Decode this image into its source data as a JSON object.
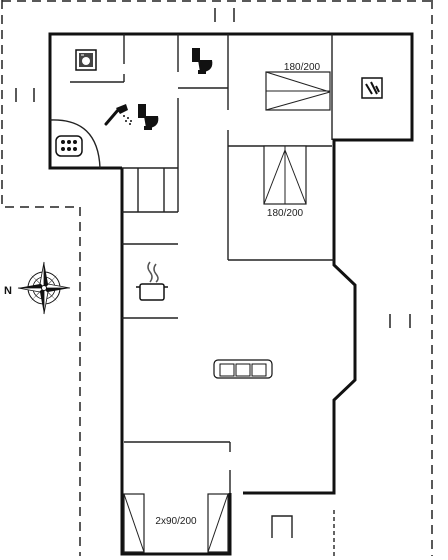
{
  "plan": {
    "compass": {
      "north_label": "N"
    },
    "beds": {
      "master": "180/200",
      "second": "180/200",
      "bunk": "2x90/200"
    },
    "icons": [
      "washing-machine-icon",
      "toilet-icon",
      "shower-icon",
      "sauna-heater-icon",
      "dishwasher-icon",
      "stove-pot-icon",
      "sofa-icon",
      "compass-rose-icon"
    ]
  }
}
